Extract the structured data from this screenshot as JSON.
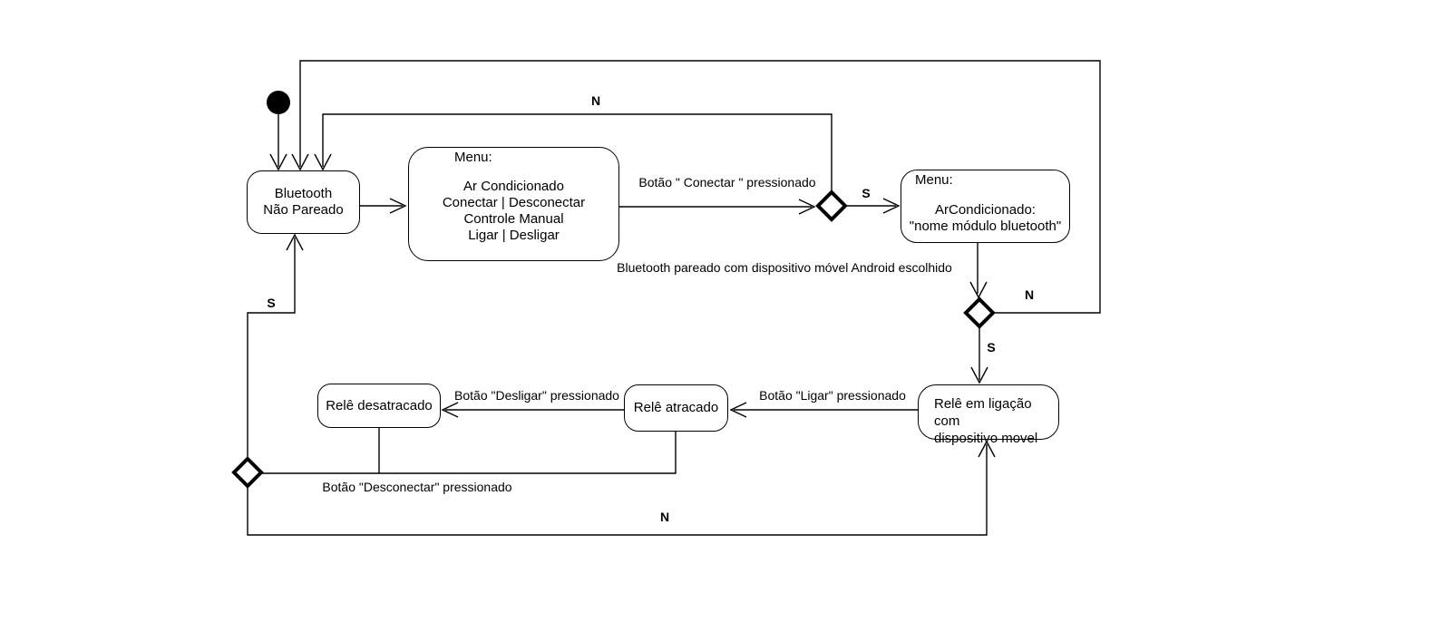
{
  "states": {
    "bluetooth_nao_pareado": {
      "lines": [
        "Bluetooth",
        "Não Pareado"
      ]
    },
    "menu_principal": {
      "title": "Menu:",
      "lines": [
        "Ar Condicionado",
        "Conectar | Desconectar",
        "Controle Manual",
        "Ligar | Desligar"
      ]
    },
    "menu_ar_condicionado": {
      "title": "Menu:",
      "lines": [
        "ArCondicionado:",
        "\"nome módulo bluetooth\""
      ]
    },
    "rele_em_ligacao": {
      "lines": [
        "Relê em ligação com",
        "dispositivo movel"
      ]
    },
    "rele_atracado": {
      "label": "Relê atracado"
    },
    "rele_desatracado": {
      "label": "Relê desatracado"
    }
  },
  "labels": {
    "botao_conectar": "Botão \" Conectar \" pressionado",
    "bluetooth_pareado": "Bluetooth pareado com dispositivo móvel Android escolhido",
    "botao_ligar": "Botão \"Ligar\" pressionado",
    "botao_desligar": "Botão \"Desligar\" pressionado",
    "botao_desconectar": "Botão \"Desconectar\" pressionado",
    "decision1_no": "N",
    "decision1_yes": "S",
    "decision2_no": "N",
    "decision2_yes": "S",
    "decision3_yes": "S",
    "decision3_no": "N"
  },
  "colors": {
    "stroke": "#000000",
    "background": "#ffffff",
    "text": "#000000"
  }
}
